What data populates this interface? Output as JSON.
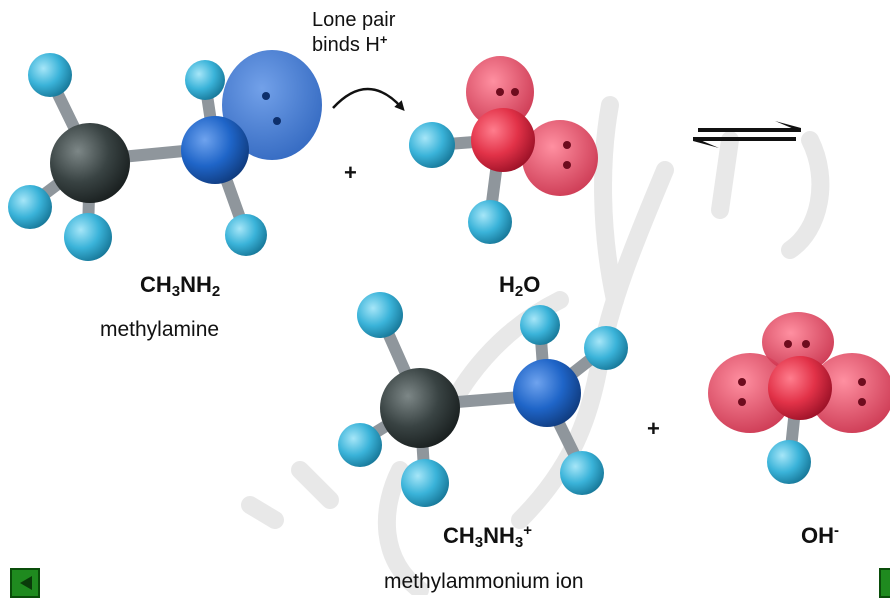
{
  "annotation": {
    "line1": "Lone pair",
    "line2_text": "binds H",
    "line2_sup": "+"
  },
  "molecules": {
    "methylamine": {
      "formula_a": "CH",
      "sub_a": "3",
      "formula_b": "NH",
      "sub_b": "2",
      "name": "methylamine"
    },
    "water": {
      "formula_a": "H",
      "sub_a": "2",
      "formula_b": "O"
    },
    "methylammonium": {
      "formula_a": "CH",
      "sub_a": "3",
      "formula_b": "NH",
      "sub_b": "3",
      "sup": "+",
      "name": "methylammonium ion"
    },
    "hydroxide": {
      "formula": "OH",
      "sup": "-"
    }
  },
  "operators": {
    "plus": "+"
  },
  "colors": {
    "carbon": "#333b3b",
    "nitrogen": "#1f65c8",
    "oxygen": "#e23248",
    "hydrogen": "#3ab3d9",
    "lone_pair_n": "#2a6fd0",
    "lone_pair_o": "#e03a55",
    "bond": "#8f969c",
    "nav": "#1f8a1f"
  },
  "icons": {
    "reaction_arrow": "curved-arrow-icon",
    "equilibrium": "equilibrium-arrows-icon",
    "nav_prev": "triangle-left-icon",
    "nav_next": "triangle-right-icon"
  }
}
